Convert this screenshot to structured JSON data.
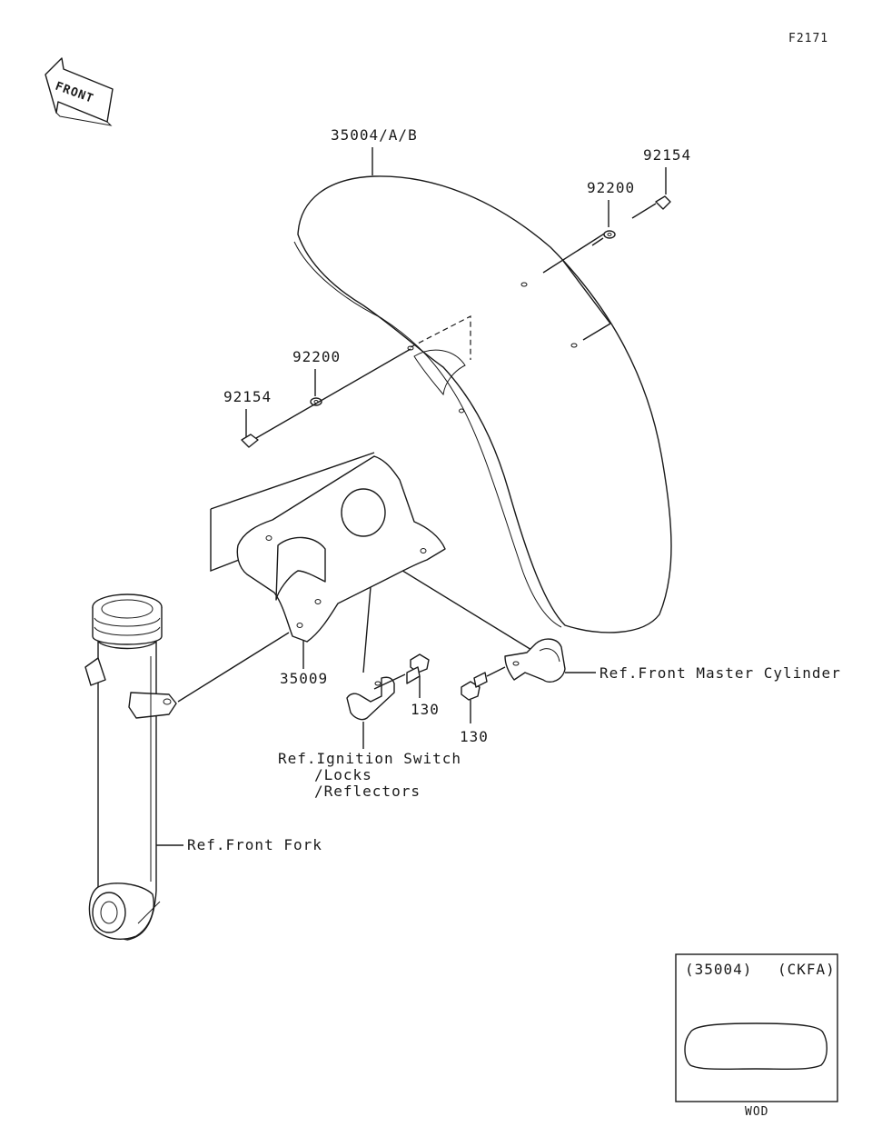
{
  "diagram_code": "F2171",
  "front_arrow_label": "FRONT",
  "part_labels": {
    "fender": "35004/A/B",
    "bolt_right": "92154",
    "washer_right": "92200",
    "washer_left": "92200",
    "bolt_left": "92154",
    "bracket": "35009",
    "bolt_center": "130",
    "bolt_lower": "130"
  },
  "ref_labels": {
    "master_cylinder": "Ref.Front Master Cylinder",
    "ignition_line1": "Ref.Ignition Switch",
    "ignition_line2": "/Locks",
    "ignition_line3": "/Reflectors",
    "front_fork": "Ref.Front Fork"
  },
  "color_box": {
    "part_no": "(35004)",
    "code": "(CKFA)",
    "color_name": "WOD"
  }
}
